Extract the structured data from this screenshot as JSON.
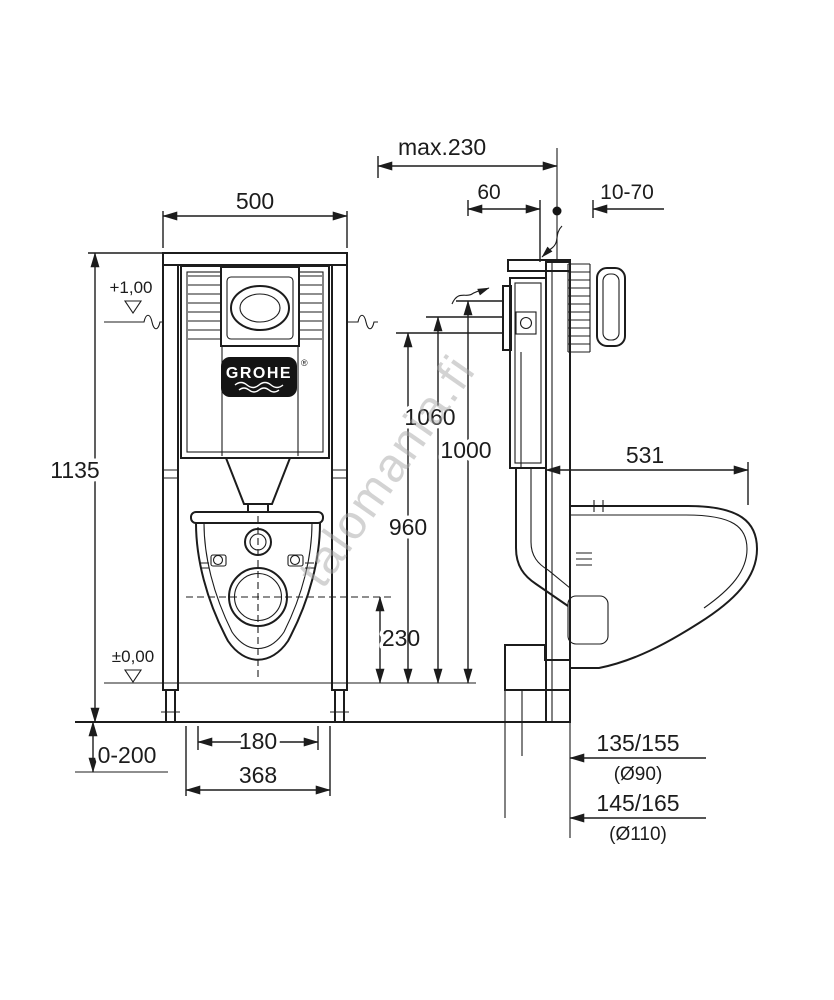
{
  "watermark": "talomania.fi",
  "logo": {
    "brand": "GROHE",
    "registered": "®"
  },
  "front": {
    "width": "500",
    "height": "1135",
    "level_top": "+1,00",
    "level_floor": "±0,00",
    "feet_adjust": "0-200",
    "spacing_inner": "180",
    "spacing_outer": "368",
    "outlet_height": "230",
    "h_960": "960",
    "h_1000": "1000",
    "h_1060": "1060"
  },
  "side": {
    "max_depth": "max.230",
    "plate_depth": "60",
    "wall_thickness": "10-70",
    "bowl_depth": "531",
    "drain_90": "135/155",
    "drain_90_dia": "(Ø90)",
    "drain_110": "145/165",
    "drain_110_dia": "(Ø110)"
  }
}
